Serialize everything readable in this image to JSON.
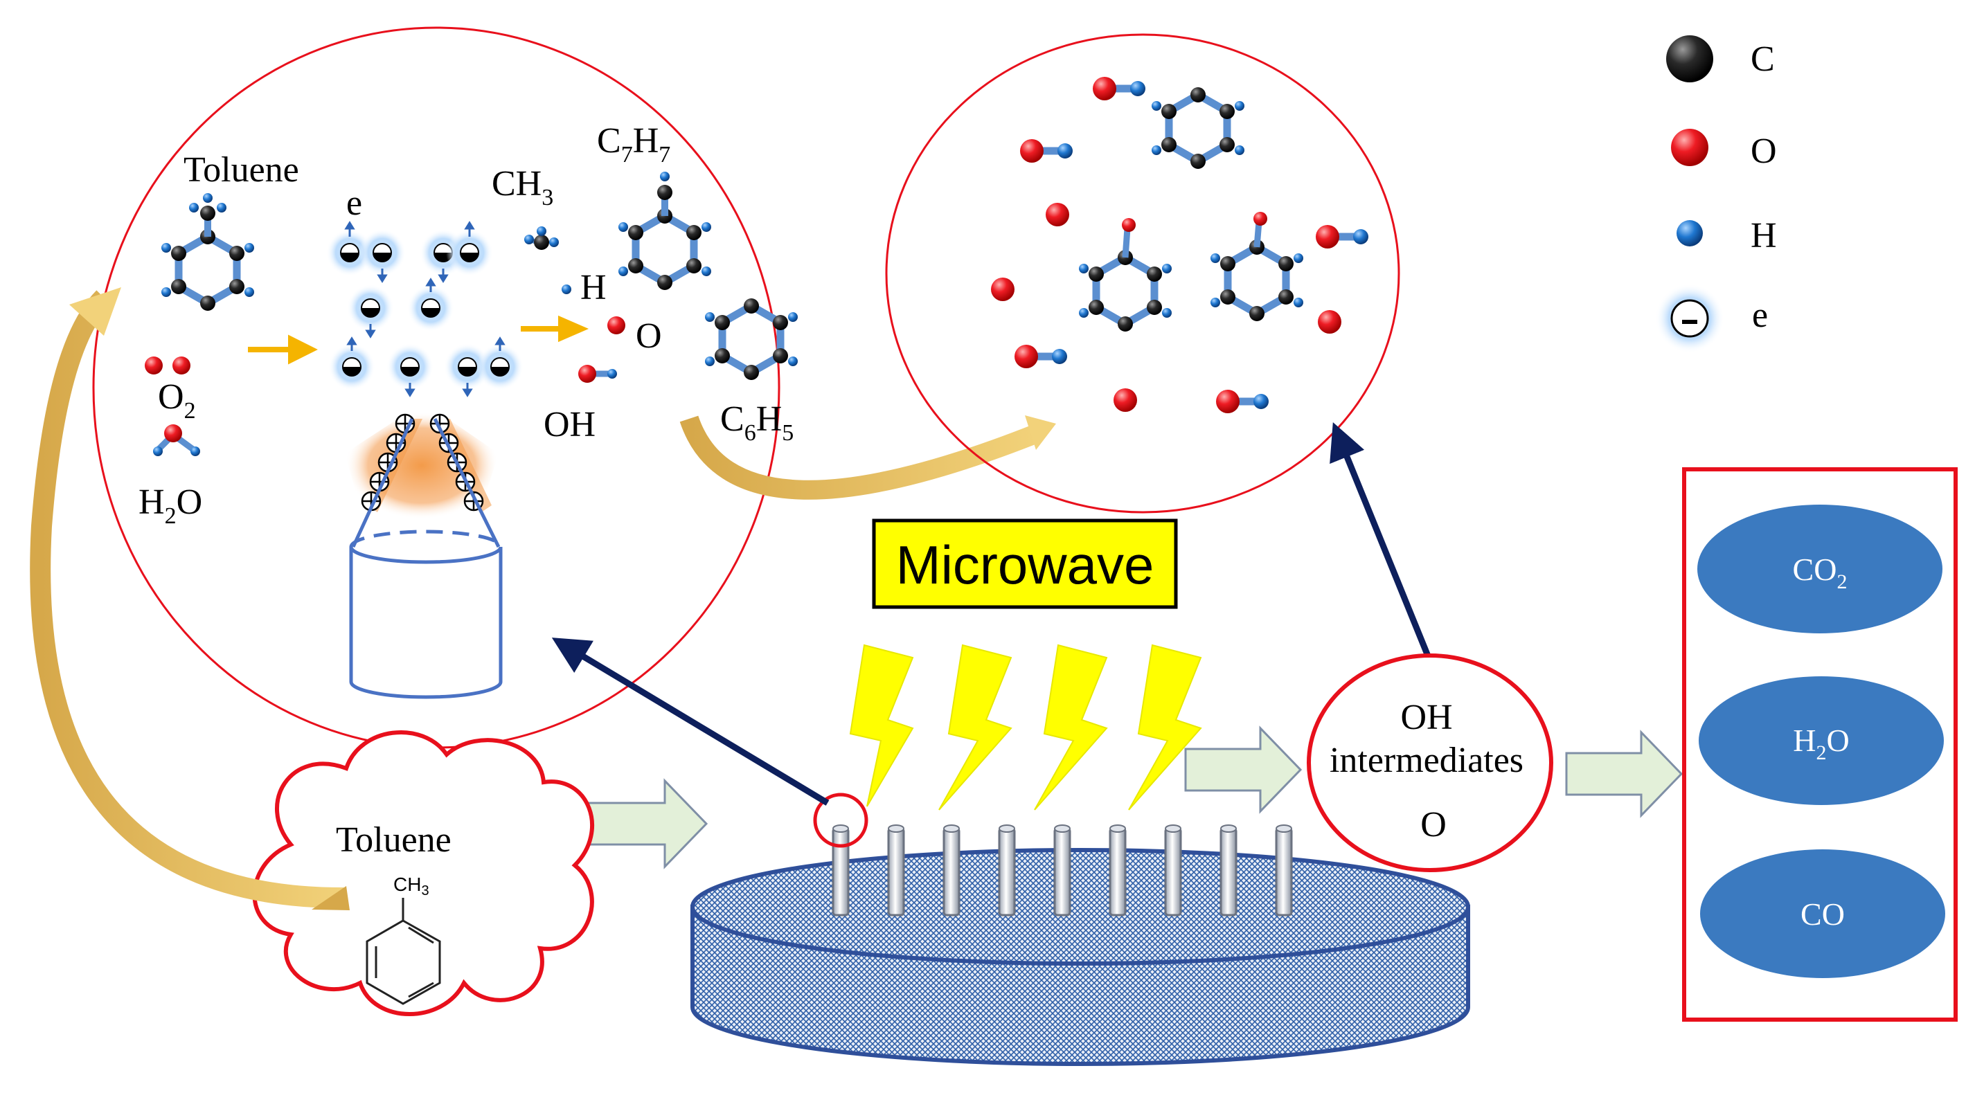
{
  "legend": {
    "items": [
      {
        "key": "C",
        "symbol": "carbon-atom",
        "color": "#1a1a1a"
      },
      {
        "key": "O",
        "symbol": "oxygen-atom",
        "color": "#e8101c"
      },
      {
        "key": "H",
        "symbol": "hydrogen-atom",
        "color": "#1f6fbf"
      },
      {
        "key": "e",
        "symbol": "electron",
        "color": "#bfe0ff"
      }
    ]
  },
  "zoom_left": {
    "toluene_label": "Toluene",
    "e_label": "e",
    "ch3_label": "CH",
    "ch3_sub": "3",
    "c7h7_c": "C",
    "c7h7_sub1": "7",
    "c7h7_h": "H",
    "c7h7_sub2": "7",
    "h_label": "H",
    "o_label": "O",
    "oh_label": "OH",
    "o2_main": "O",
    "o2_sub": "2",
    "h2o_h": "H",
    "h2o_sub": "2",
    "h2o_o": "O",
    "c6h5_c": "C",
    "c6h5_sub1": "6",
    "c6h5_h": "H",
    "c6h5_sub2": "5"
  },
  "microwave_label": "Microwave",
  "cloud": {
    "label": "Toluene",
    "methyl": "CH",
    "methyl_sub": "3"
  },
  "intermediates": {
    "line1": "OH",
    "line2": "intermediates",
    "line3": "O"
  },
  "products": [
    {
      "main": "CO",
      "sub": "2"
    },
    {
      "main": "H",
      "sub": "2",
      "tail": "O"
    },
    {
      "main": "CO",
      "sub": ""
    }
  ],
  "colors": {
    "accent_red": "#e8101c",
    "navy": "#0d1f5c",
    "pill_blue": "#3b7ac0",
    "flow_arrow": "#e3f0d9",
    "bolt": "#ffff00"
  }
}
